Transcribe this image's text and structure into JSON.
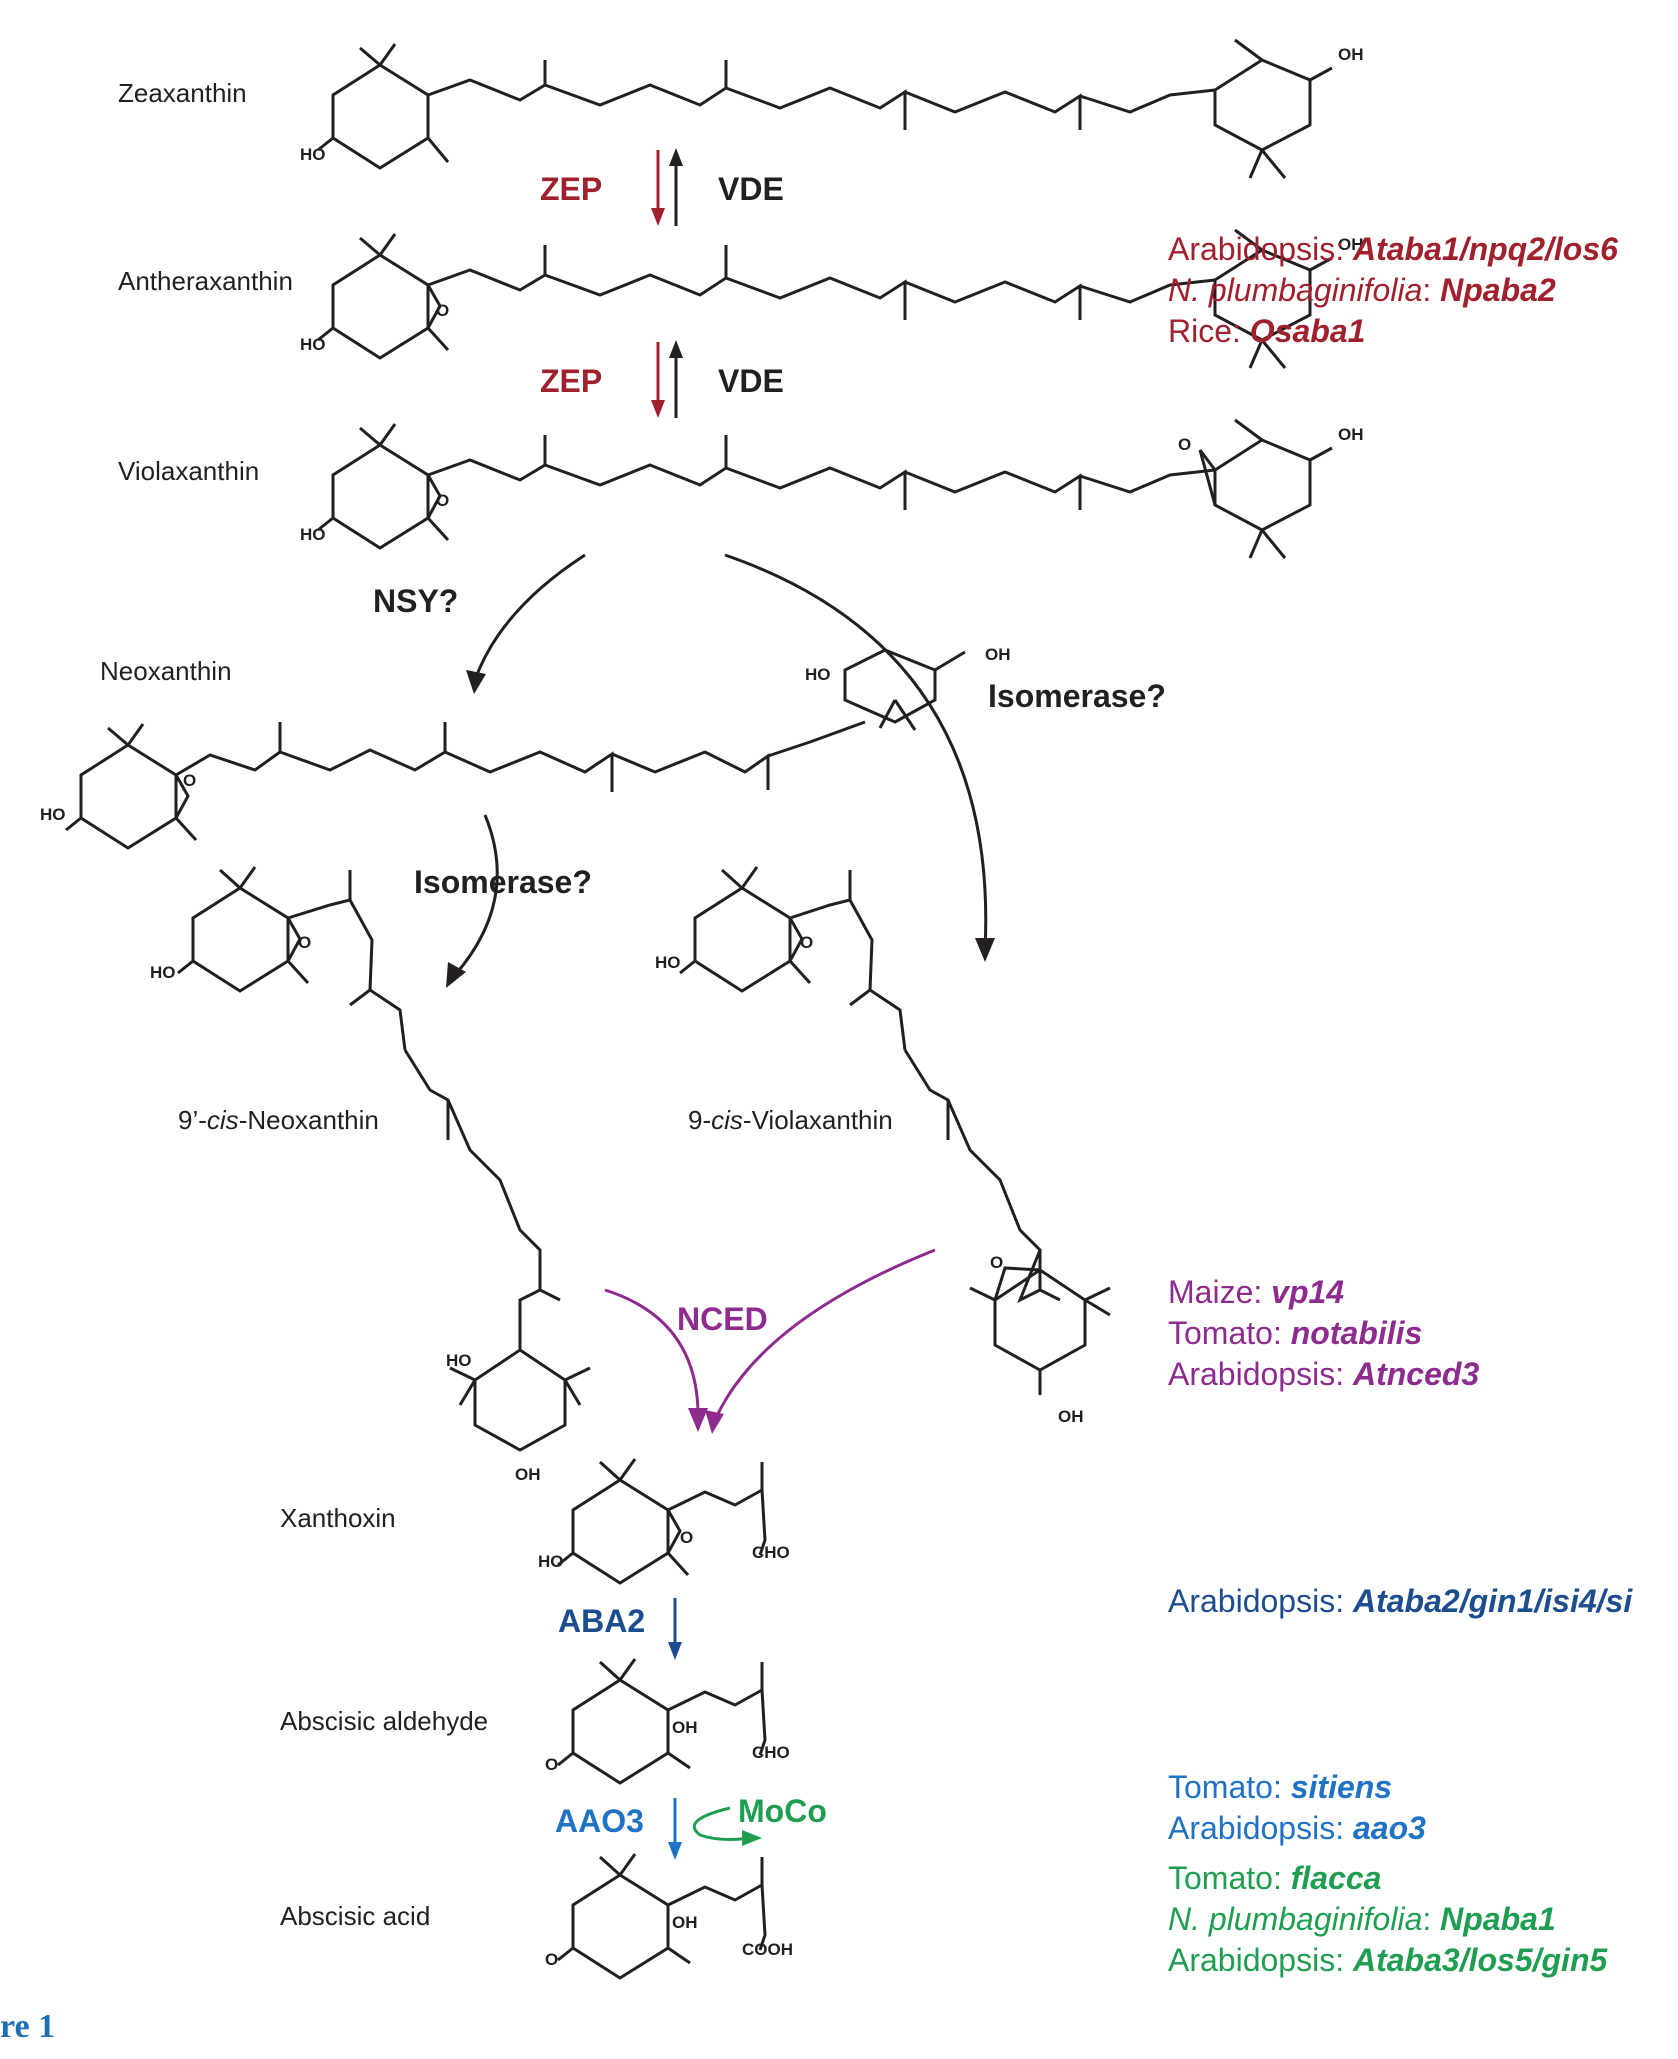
{
  "compounds": {
    "zeaxanthin": "Zeaxanthin",
    "antheraxanthin": "Antheraxanthin",
    "violaxanthin": "Violaxanthin",
    "neoxanthin": "Neoxanthin",
    "cis_word": "cis",
    "cis_neo_prefix": "9’-",
    "cis_neo_suffix": "-Neoxanthin",
    "cis_vio_prefix": "9-",
    "cis_vio_suffix": "-Violaxanthin",
    "xanthoxin": "Xanthoxin",
    "abscisic_aldehyde": "Abscisic aldehyde",
    "abscisic_acid": "Abscisic acid"
  },
  "enzymes": {
    "zep": "ZEP",
    "vde": "VDE",
    "nsy": "NSY?",
    "isomerase": "Isomerase?",
    "nced": "NCED",
    "aba2": "ABA2",
    "aao3": "AAO3",
    "moco": "MoCo"
  },
  "atoms": {
    "HO": "HO",
    "OH": "OH",
    "O": "O",
    "CHO": "CHO",
    "COOH": "COOH"
  },
  "mutants": {
    "sep": ": ",
    "zep": [
      {
        "species": "Arabidopsis",
        "gene": "Ataba1/npq2/los6"
      },
      {
        "species": "N. plumbaginifolia",
        "gene": "Npaba2"
      },
      {
        "species": "Rice",
        "gene": "Osaba1"
      }
    ],
    "nced": [
      {
        "species": "Maize",
        "gene": "vp14"
      },
      {
        "species": "Tomato",
        "gene": "notabilis"
      },
      {
        "species": "Arabidopsis",
        "gene": "Atnced3"
      }
    ],
    "aba2": [
      {
        "species": "Arabidopsis",
        "gene": "Ataba2/gin1/isi4/si"
      }
    ],
    "aao3": [
      {
        "species": "Tomato",
        "gene": "sitiens"
      },
      {
        "species": "Arabidopsis",
        "gene": "aao3"
      }
    ],
    "moco": [
      {
        "species": "Tomato",
        "gene": "flacca"
      },
      {
        "species": "N. plumbaginifolia",
        "gene": "Npaba1"
      },
      {
        "species": "Arabidopsis",
        "gene": "Ataba3/los5/gin5"
      }
    ]
  },
  "caption": "re 1",
  "colors": {
    "zep": "#a0202e",
    "nced": "#8e2b8e",
    "aba2": "#1b4d8f",
    "aao3": "#1f72c4",
    "moco": "#1f9e52",
    "caption": "#1f6fb5"
  }
}
